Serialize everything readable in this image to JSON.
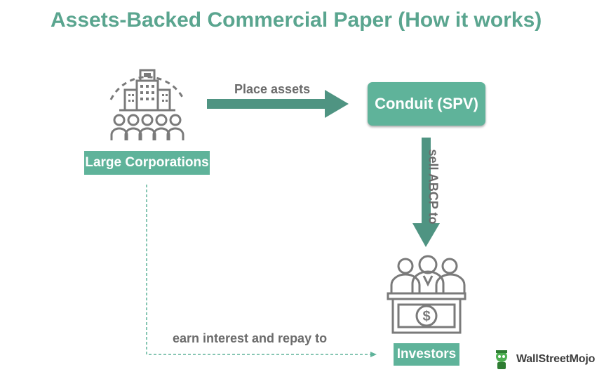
{
  "title": "Assets-Backed Commercial Paper (How it works)",
  "nodes": {
    "corporations": "Large Corporations",
    "conduit": "Conduit (SPV)",
    "investors": "Investors"
  },
  "arrows": {
    "place_assets": "Place assets",
    "sell_abcp": "sell ABCP to",
    "earn_interest": "earn interest and repay to"
  },
  "logo": {
    "text": "WallStreetMojo"
  },
  "colors": {
    "accent": "#5fb39a",
    "arrow": "#4f9482",
    "icon": "#7a7a7a",
    "text": "#6b6b6b"
  }
}
